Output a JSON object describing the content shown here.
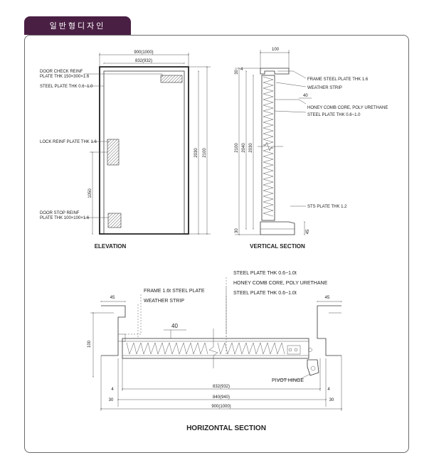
{
  "header": {
    "tab_label": "일반형디자인"
  },
  "elevation": {
    "title": "ELEVATION",
    "dim_width_outer": "900(1000)",
    "dim_width_inner": "832(932)",
    "dim_height_inner": "2030",
    "dim_height_outer": "2100",
    "dim_lock_height": "1050",
    "labels": {
      "door_check_1": "DOOR CHECK REINF",
      "door_check_2": "PLATE THK 150×300×1.6",
      "steel_plate": "STEEL PLATE THK 0.6~1.0",
      "lock_reinf": "LOCK REINF PLATE THK 1.6",
      "door_stop_1": "DOOR STOP REINF",
      "door_stop_2": "PLATE THK 100×100×1.6"
    }
  },
  "vertical": {
    "title": "VERTICAL SECTION",
    "dim_top": "100",
    "dim_30_top": "30",
    "dim_4": "4",
    "dim_2100": "2100",
    "dim_2040": "2040",
    "dim_2030": "2030",
    "dim_30_bottom": "30",
    "dim_45": "45",
    "dim_40": "40",
    "labels": {
      "frame": "FRAME STEEL PLATE THK 1.6",
      "weather": "WEATHER STRIP",
      "honeycomb": "HONEY COMB CORE, POLY URETHANE",
      "steel": "STEEL PLATE THK 0.6~1.0",
      "sts": "STS PLATE THK 1.2"
    }
  },
  "horizontal": {
    "title": "HORIZONTAL SECTION",
    "dim_45_left": "45",
    "dim_45_right": "45",
    "dim_100": "100",
    "dim_40": "40",
    "dim_4_left": "4",
    "dim_4_right": "4",
    "dim_30_left": "30",
    "dim_30_right": "30",
    "dim_832": "832(932)",
    "dim_840": "840(940)",
    "dim_900": "900(1000)",
    "labels": {
      "frame": "FRAME 1.6t STEEL PLATE",
      "weather": "WEATHER STRIP",
      "steel_top": "STEEL PLATE THK 0.6~1.0t",
      "honeycomb": "HONEY COMB CORE, POLY URETHANE",
      "steel_bottom": "STEEL PLATE THK 0.6~1.0t",
      "pivot": "PIVOT HINGE"
    }
  }
}
